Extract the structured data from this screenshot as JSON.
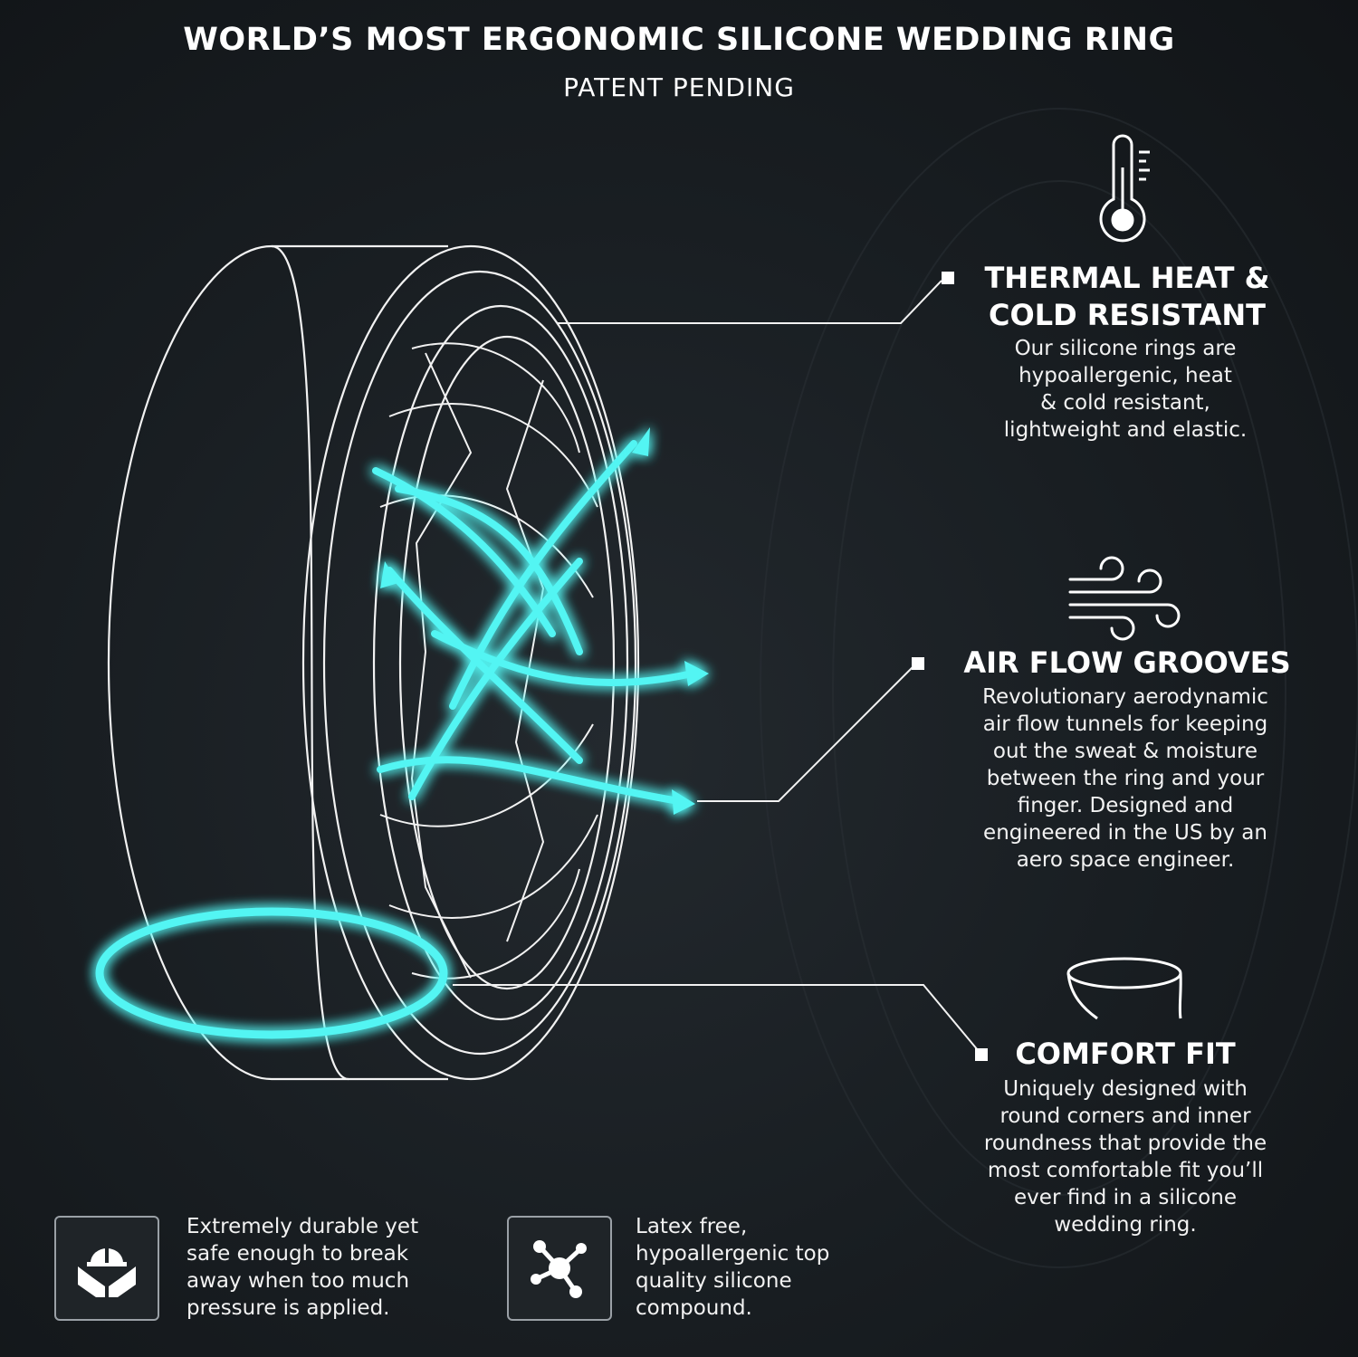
{
  "header": {
    "title": "WORLD’S MOST ERGONOMIC SILICONE WEDDING RING",
    "subtitle": "PATENT PENDING"
  },
  "features": [
    {
      "heading_lines": [
        "THERMAL HEAT &",
        "COLD RESISTANT"
      ],
      "description_lines": [
        "Our silicone rings are",
        "hypoallergenic, heat",
        "& cold resistant,",
        "lightweight and elastic."
      ],
      "icon": "thermometer-icon"
    },
    {
      "heading_lines": [
        "AIR FLOW GROOVES"
      ],
      "description_lines": [
        "Revolutionary aerodynamic",
        "air flow tunnels for keeping",
        "out the sweat & moisture",
        "between the ring and your",
        "finger. Designed and",
        "engineered in the US by an",
        "aero space engineer."
      ],
      "icon": "wind-icon"
    },
    {
      "heading_lines": [
        "COMFORT FIT"
      ],
      "description_lines": [
        "Uniquely designed with",
        "round corners and inner",
        "roundness that provide the",
        "most comfortable fit you’ll",
        "ever find in a silicone",
        "wedding ring."
      ],
      "icon": "ring-profile-icon"
    }
  ],
  "bottom": [
    {
      "icon": "safety-hands-icon",
      "lines": [
        "Extremely durable yet",
        "safe enough to break",
        "away when too much",
        "pressure is applied."
      ]
    },
    {
      "icon": "molecule-icon",
      "lines": [
        "Latex free,",
        "hypoallergenic top",
        "quality silicone",
        "compound."
      ]
    }
  ],
  "colors": {
    "background": "#181d21",
    "glow": "#3ff0f0",
    "text": "#ffffff"
  }
}
